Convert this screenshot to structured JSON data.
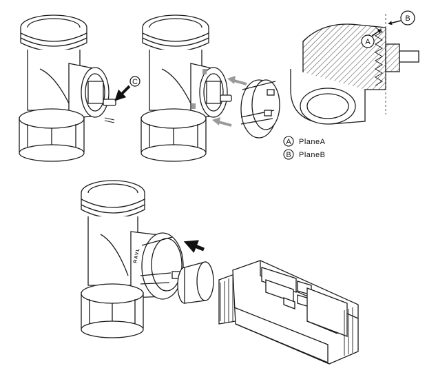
{
  "callouts": {
    "c": "C",
    "a": "A",
    "b": "B"
  },
  "legend": [
    {
      "letter": "A",
      "label": "PlaneA"
    },
    {
      "letter": "B",
      "label": "PlaneB"
    }
  ],
  "adapter_label": "RAVL",
  "colors": {
    "stroke": "#1a1a1a",
    "accent_gray": "#9a9a9a",
    "hatch": "#555555"
  }
}
